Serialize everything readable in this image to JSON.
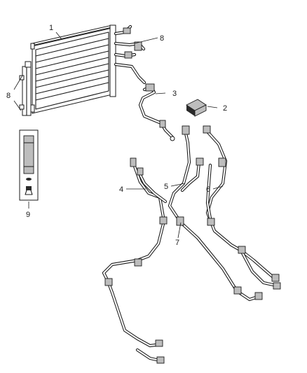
{
  "callouts": {
    "c1": "1",
    "c2": "2",
    "c3": "3",
    "c4": "4",
    "c5": "5",
    "c6": "6",
    "c7": "7",
    "c8a": "8",
    "c8b": "8",
    "c9": "9"
  }
}
